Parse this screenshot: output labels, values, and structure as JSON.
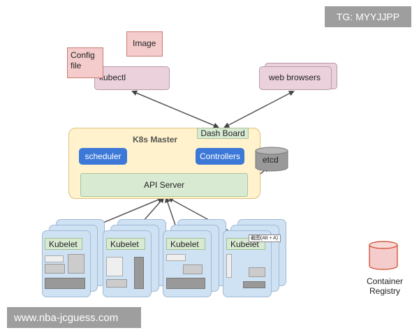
{
  "watermarks": {
    "tag": "TG: MYYJJPP",
    "url": "www.nba-jcguess.com"
  },
  "client": {
    "config_file": "Config file",
    "image": "Image",
    "kubectl": "kubectl",
    "web_browsers": "web browsers"
  },
  "master": {
    "title": "K8s Master",
    "dash_board": "Dash Board",
    "scheduler": "scheduler",
    "controllers": "Controllers",
    "api_server": "API Server",
    "etcd": "etcd"
  },
  "nodes": [
    {
      "kubelet": "Kubelet"
    },
    {
      "kubelet": "Kubelet"
    },
    {
      "kubelet": "Kubelet"
    },
    {
      "kubelet": "Kubelet"
    }
  ],
  "screenshot_hint": "截图(Alt + A)",
  "registry": {
    "label": "Container Registry"
  },
  "colors": {
    "master_fill": "#fff2cc",
    "component_blue": "#3c78d8",
    "api_green": "#d9ead3",
    "node_blue": "#cfe2f3",
    "client_pink": "#ead1dc",
    "registry_red": "#f4cccc",
    "etcd_gray": "#999999"
  }
}
